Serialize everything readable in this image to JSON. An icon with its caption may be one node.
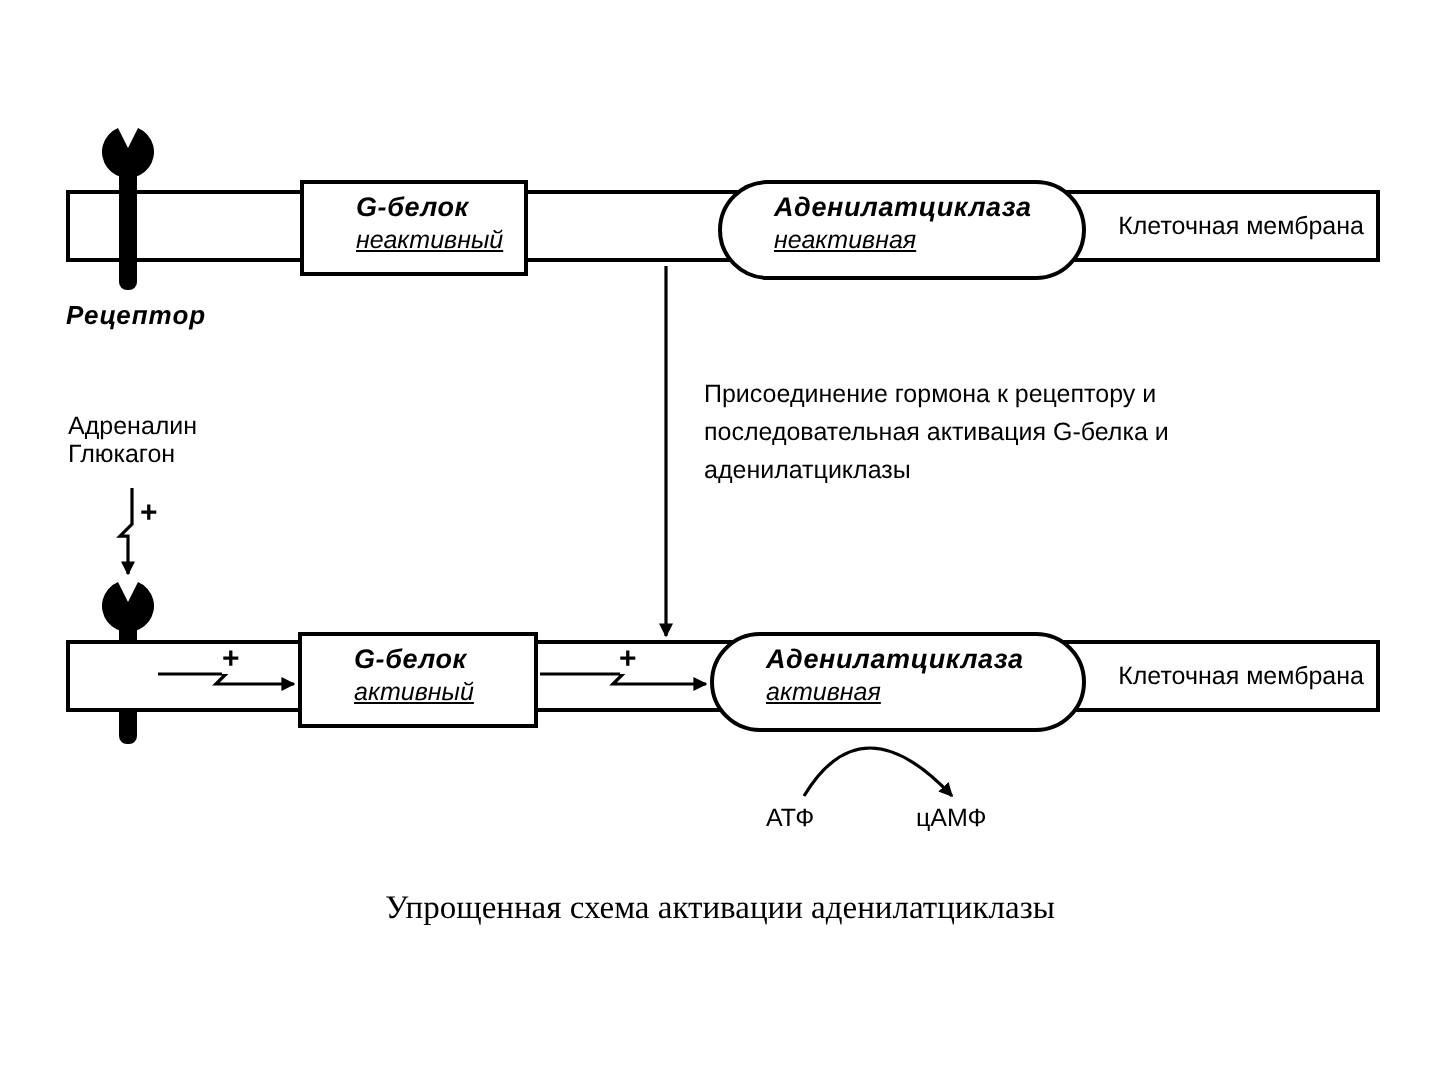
{
  "diagram": {
    "caption": "Упрощенная схема активации аденилатциклазы",
    "nodes": [
      {
        "text": [
          "Клеточная мембрана"
        ]
      },
      {
        "text": [
          "G-белок",
          "неактивный"
        ],
        "in": 0
      },
      {
        "text": [
          "Аденилатциклаза",
          "неактивная"
        ],
        "in": 0
      },
      {
        "text": [
          "Рецептор"
        ]
      },
      {
        "text": [
          "Адреналин Глюкагон"
        ]
      },
      {
        "text": [],
        "shape": "receptor"
      },
      {
        "text": [
          "Клеточная мембрана"
        ]
      },
      {
        "text": [
          "G-белок",
          "активный"
        ],
        "in": 6
      },
      {
        "text": [
          "Аденилатциклаза",
          "активная"
        ],
        "in": 6
      },
      {
        "text": [
          "АТФ"
        ]
      },
      {
        "text": [
          "цАМФ"
        ]
      }
    ],
    "edges": [
      {
        "from": 0,
        "to": 6,
        "arrow": "to",
        "label": "Присоединение гормона к рецептору и последовательная активация G-белка и аденилатциклазы"
      },
      {
        "from": 4,
        "to": 5,
        "arrow": "to",
        "label": "+"
      },
      {
        "from": 5,
        "to": 7,
        "arrow": "to",
        "label": "+"
      },
      {
        "from": 7,
        "to": 8,
        "arrow": "to",
        "label": "+"
      },
      {
        "from": 9,
        "to": 10,
        "arrow": "to"
      }
    ]
  }
}
